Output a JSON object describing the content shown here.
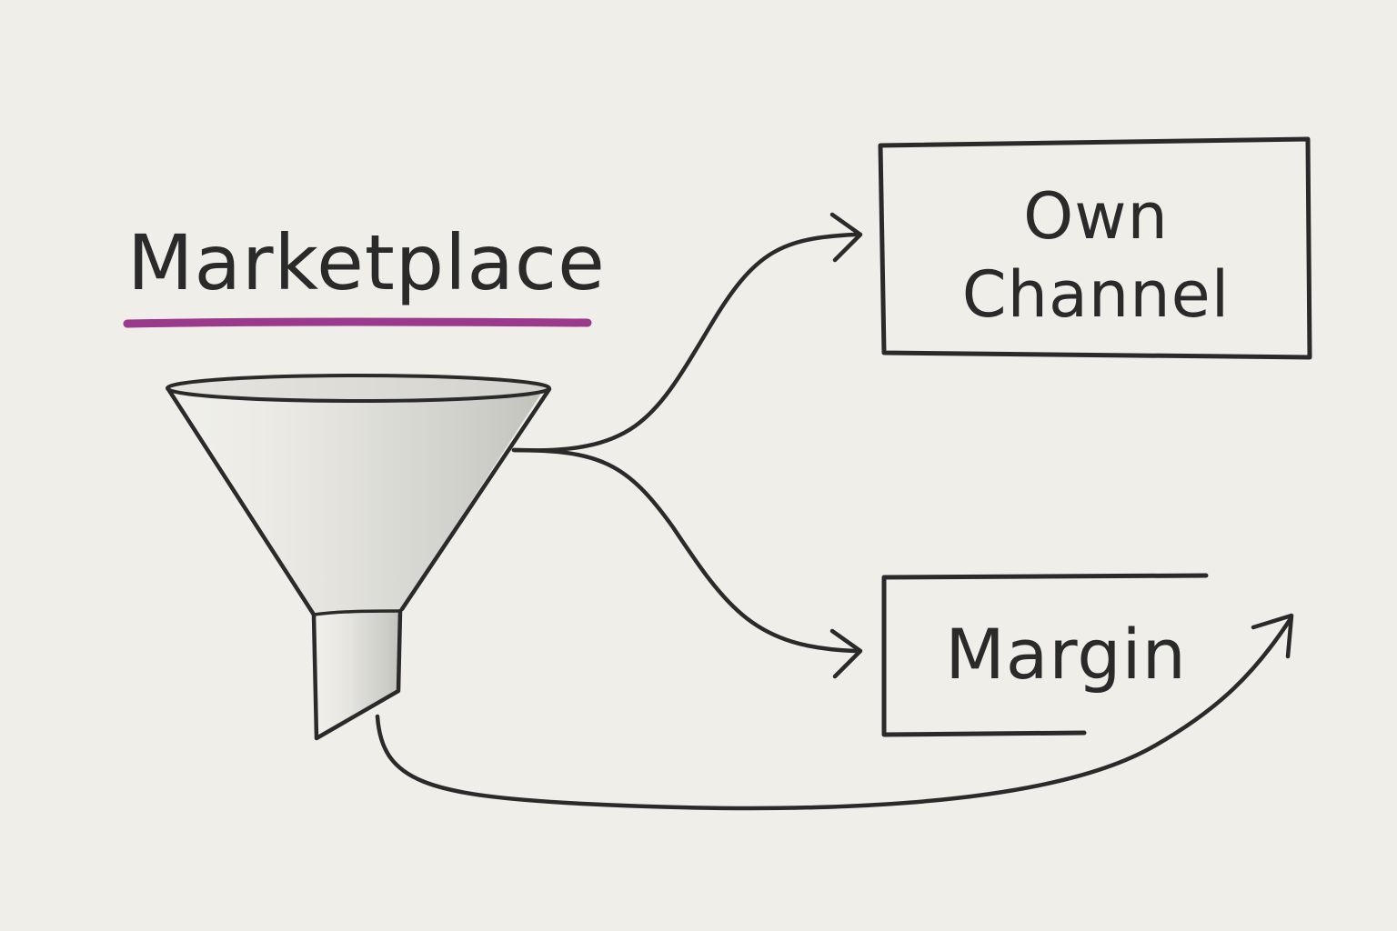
{
  "title": {
    "text": "Marketplace",
    "underline_color": "#9b3a8c"
  },
  "funnel": {
    "icon": "funnel-icon"
  },
  "destinations": {
    "own_channel": {
      "line1": "Own",
      "line2": "Channel"
    },
    "margin": {
      "text": "Margin"
    }
  },
  "colors": {
    "ink": "#2a2a2a",
    "paper": "#efeee9",
    "accent": "#9b3a8c"
  }
}
